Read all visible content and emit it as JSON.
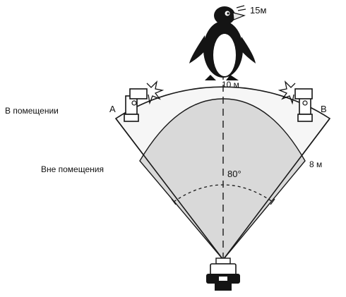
{
  "labels": {
    "outer_distance": "15м",
    "indoor_distance": "10 м",
    "outdoor_distance": "8 м",
    "angle": "80°",
    "flash_a": "A",
    "flash_b": "B",
    "indoor_label": "В помещении",
    "outdoor_label": "Вне помещения"
  },
  "colors": {
    "outer_fill": "#f6f6f6",
    "inner_fill": "#d9d9d9",
    "stroke": "#1a1a1a"
  },
  "icons": {
    "subject": "penguin-icon",
    "flash_left": "flash-unit-icon",
    "flash_right": "flash-unit-icon",
    "camera": "camera-icon"
  }
}
